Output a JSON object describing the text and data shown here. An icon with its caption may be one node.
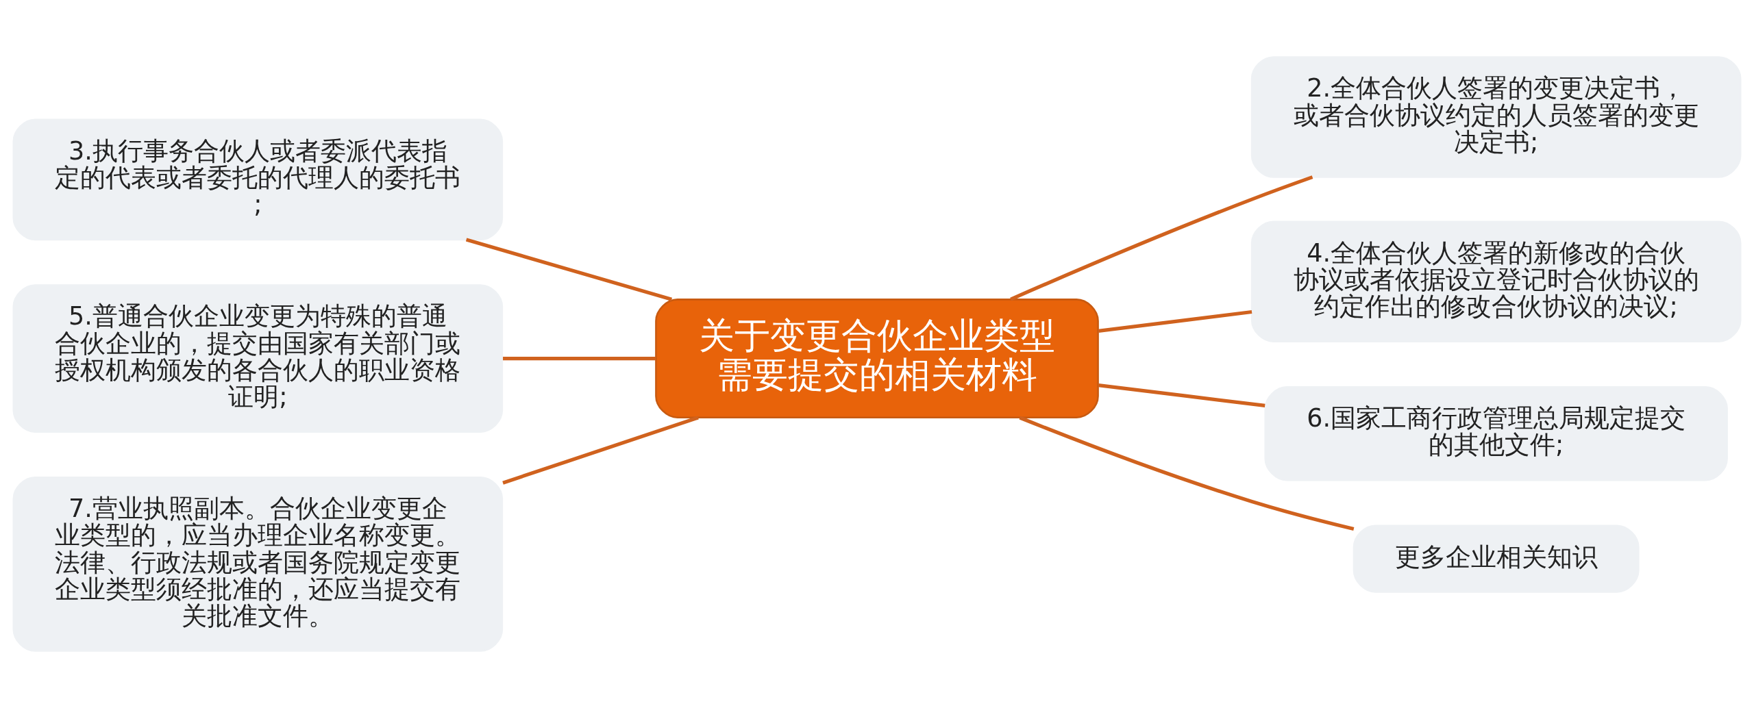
{
  "diagram": {
    "nodes": [
      {
        "text": [
          "关于变更合伙企业类型需要提交的相关材料"
        ]
      },
      {
        "text": [
          "2.全体合伙人签署的变更决定书，或者合伙协议约定的人员签署的变更决定书;"
        ]
      },
      {
        "text": [
          "3.执行事务合伙人或者委派代表指定的代表或者委托的代理人的委托书;"
        ]
      },
      {
        "text": [
          "4.全体合伙人签署的新修改的合伙协议或者依据设立登记时合伙协议的约定作出的修改合伙协议的决议;"
        ]
      },
      {
        "text": [
          "5.普通合伙企业变更为特殊的普通合伙企业的，提交由国家有关部门或授权机构颁发的各合伙人的职业资格证明;"
        ]
      },
      {
        "text": [
          "6.国家工商行政管理总局规定提交的其他文件;"
        ]
      },
      {
        "text": [
          "7.营业执照副本。合伙企业变更企业类型的，应当办理企业名称变更。法律、行政法规或者国务院规定变更企业类型须经批准的，还应当提交有关批准文件。"
        ]
      },
      {
        "text": [
          "更多企业相关知识"
        ]
      }
    ],
    "edges": [
      {
        "from": 0,
        "to": 1,
        "arrow": "none"
      },
      {
        "from": 0,
        "to": 2,
        "arrow": "none"
      },
      {
        "from": 0,
        "to": 3,
        "arrow": "none"
      },
      {
        "from": 0,
        "to": 4,
        "arrow": "none"
      },
      {
        "from": 0,
        "to": 5,
        "arrow": "none"
      },
      {
        "from": 0,
        "to": 6,
        "arrow": "none"
      },
      {
        "from": 0,
        "to": 7,
        "arrow": "none"
      }
    ]
  }
}
